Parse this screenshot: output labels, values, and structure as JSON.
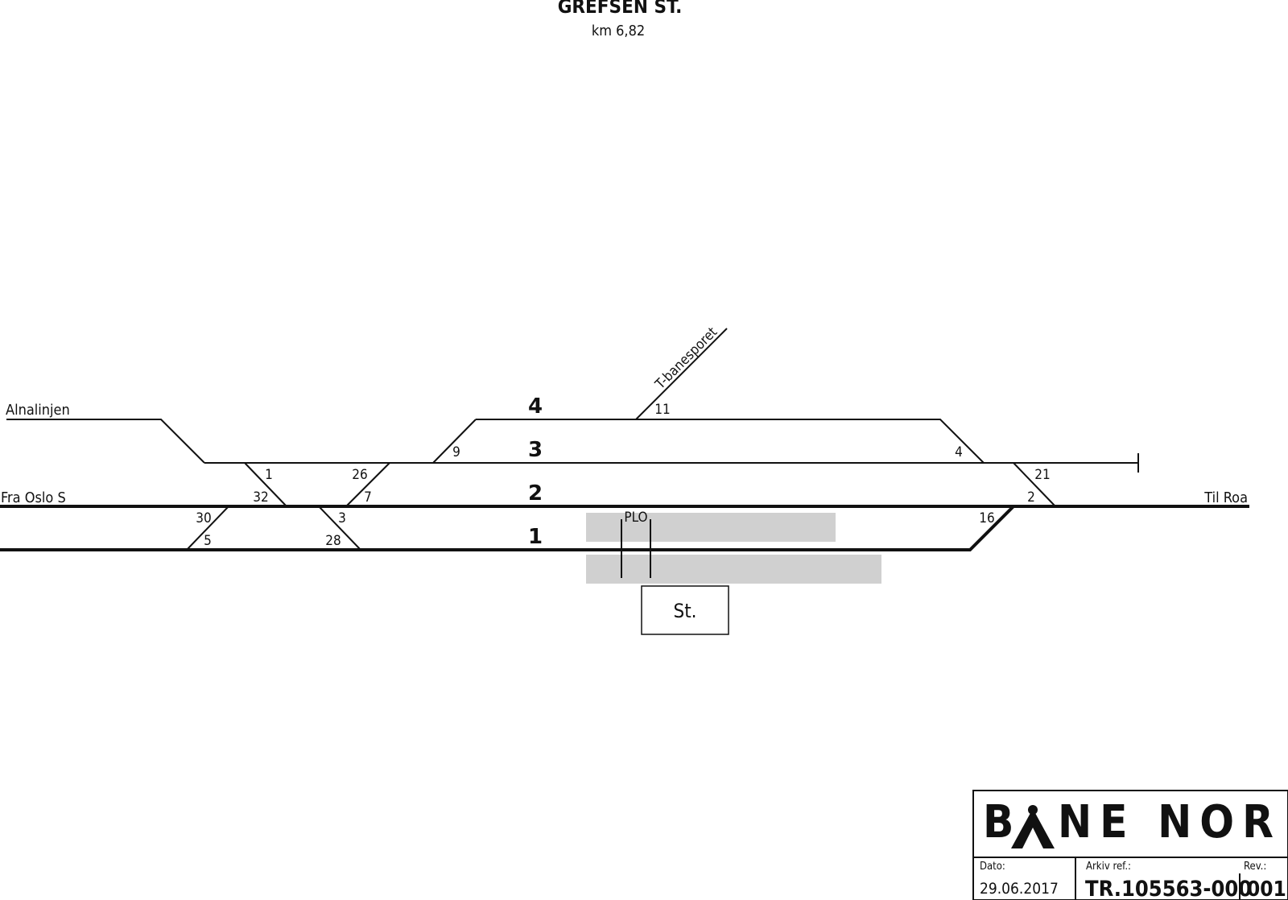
{
  "header": {
    "station_name": "GREFSEN ST.",
    "km": "km 6,82"
  },
  "lines": {
    "left_top": "Alnalinjen",
    "left_main": "Fra Oslo S",
    "right_main": "Til Roa",
    "branch": "T-banesporet"
  },
  "tracks": [
    "4",
    "3",
    "2",
    "1"
  ],
  "switches": {
    "s1": "1",
    "s26": "26",
    "s9": "9",
    "s4": "4",
    "s21": "21",
    "s32": "32",
    "s7": "7",
    "s2": "2",
    "s30": "30",
    "s3": "3",
    "s16": "16",
    "s5": "5",
    "s28": "28",
    "s11": "11"
  },
  "platform_label": "PLO",
  "station_building": "St.",
  "title_block": {
    "logo": "BANE NOR",
    "date_label": "Dato:",
    "date_value": "29.06.2017",
    "archive_label": "Arkiv ref.:",
    "archive_value": "TR.105563-000",
    "rev_label": "Rev.:",
    "rev_value": "001"
  },
  "colors": {
    "ink": "#111111",
    "platform": "#d0d0d0"
  }
}
